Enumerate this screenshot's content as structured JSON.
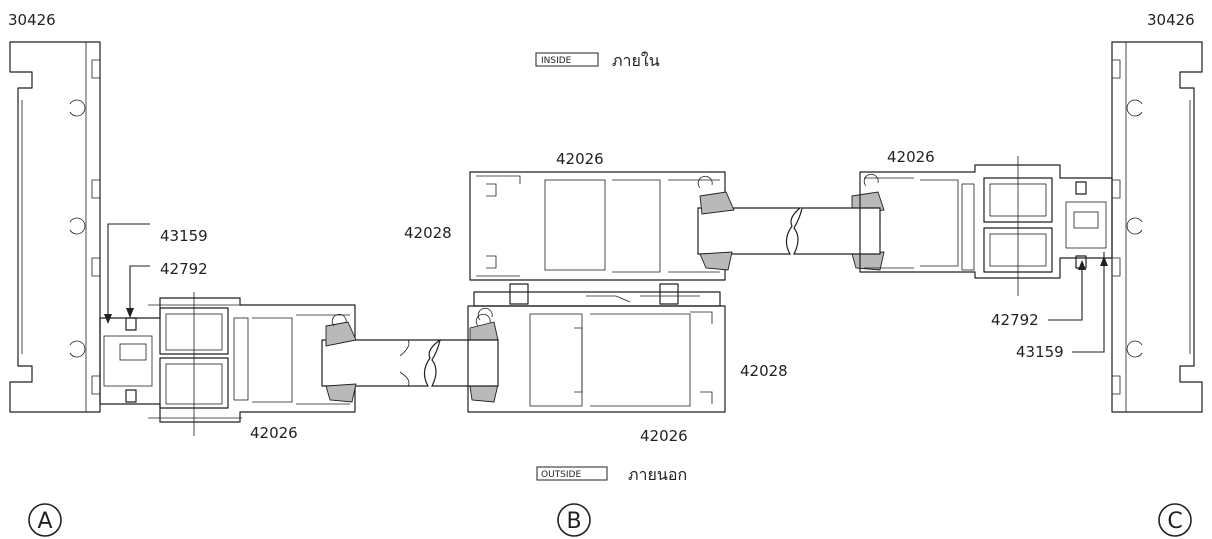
{
  "labels": {
    "frame_top_left": "30426",
    "frame_top_right": "30426",
    "inside_tag": "INSIDE",
    "inside_thai": "ภายใน",
    "outside_tag": "OUTSIDE",
    "outside_thai": "ภายนอก",
    "a_43159": "43159",
    "a_42792": "42792",
    "a_42026": "42026",
    "b_upper_42026": "42026",
    "b_upper_42028": "42028",
    "b_lower_42028": "42028",
    "b_lower_42026": "42026",
    "c_42026": "42026",
    "c_42792": "42792",
    "c_43159": "43159"
  },
  "details": [
    "A",
    "B",
    "C"
  ]
}
